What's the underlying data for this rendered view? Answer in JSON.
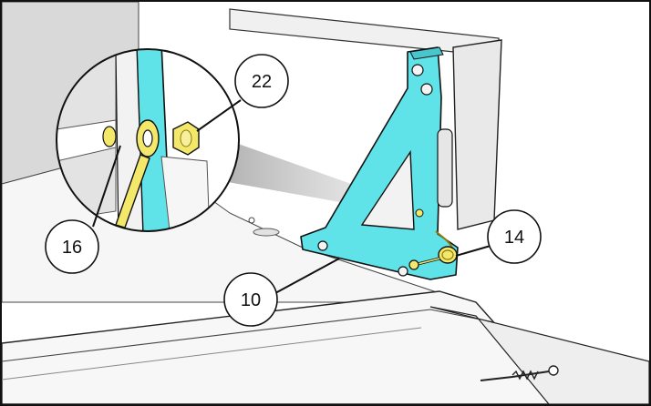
{
  "callouts": [
    {
      "id": "10",
      "label": "10"
    },
    {
      "id": "14",
      "label": "14"
    },
    {
      "id": "16",
      "label": "16"
    },
    {
      "id": "22",
      "label": "22"
    }
  ],
  "colors": {
    "bracket": "#5fe3e8",
    "bracket_edge": "#2a7f87",
    "brass": "#f3e86a",
    "brass_edge": "#8a7c12",
    "panel_light": "#f4f4f4",
    "panel_gray": "#d9d9d9",
    "outline": "#111111"
  }
}
